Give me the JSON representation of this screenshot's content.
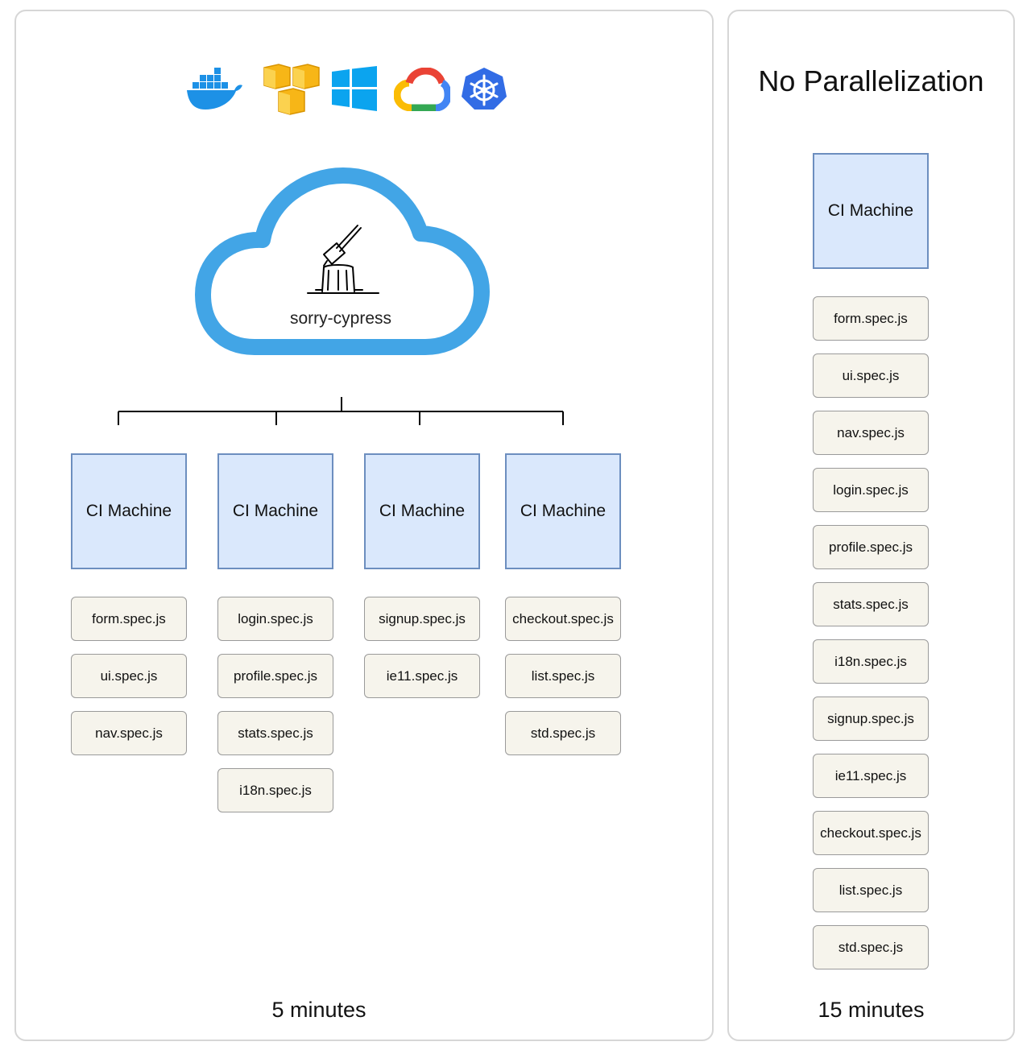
{
  "cloud": {
    "label": "sorry-cypress"
  },
  "logos": [
    "docker-icon",
    "aws-icon",
    "windows-icon",
    "google-cloud-icon",
    "kubernetes-icon"
  ],
  "parallel": {
    "ci_label": "CI Machine",
    "machines": [
      {
        "specs": [
          "form.spec.js",
          "ui.spec.js",
          "nav.spec.js"
        ]
      },
      {
        "specs": [
          "login.spec.js",
          "profile.spec.js",
          "stats.spec.js",
          "i18n.spec.js"
        ]
      },
      {
        "specs": [
          "signup.spec.js",
          "ie11.spec.js"
        ]
      },
      {
        "specs": [
          "checkout.spec.js",
          "list.spec.js",
          "std.spec.js"
        ]
      }
    ],
    "duration": "5 minutes"
  },
  "sequential": {
    "title": "No Parallelization",
    "ci_label": "CI Machine",
    "specs": [
      "form.spec.js",
      "ui.spec.js",
      "nav.spec.js",
      "login.spec.js",
      "profile.spec.js",
      "stats.spec.js",
      "i18n.spec.js",
      "signup.spec.js",
      "ie11.spec.js",
      "checkout.spec.js",
      "list.spec.js",
      "std.spec.js"
    ],
    "duration": "15 minutes"
  },
  "colors": {
    "ci_fill": "#dae8fc",
    "ci_stroke": "#6c8ebf",
    "spec_fill": "#f6f4ec",
    "cloud_stroke": "#42a5e6"
  }
}
